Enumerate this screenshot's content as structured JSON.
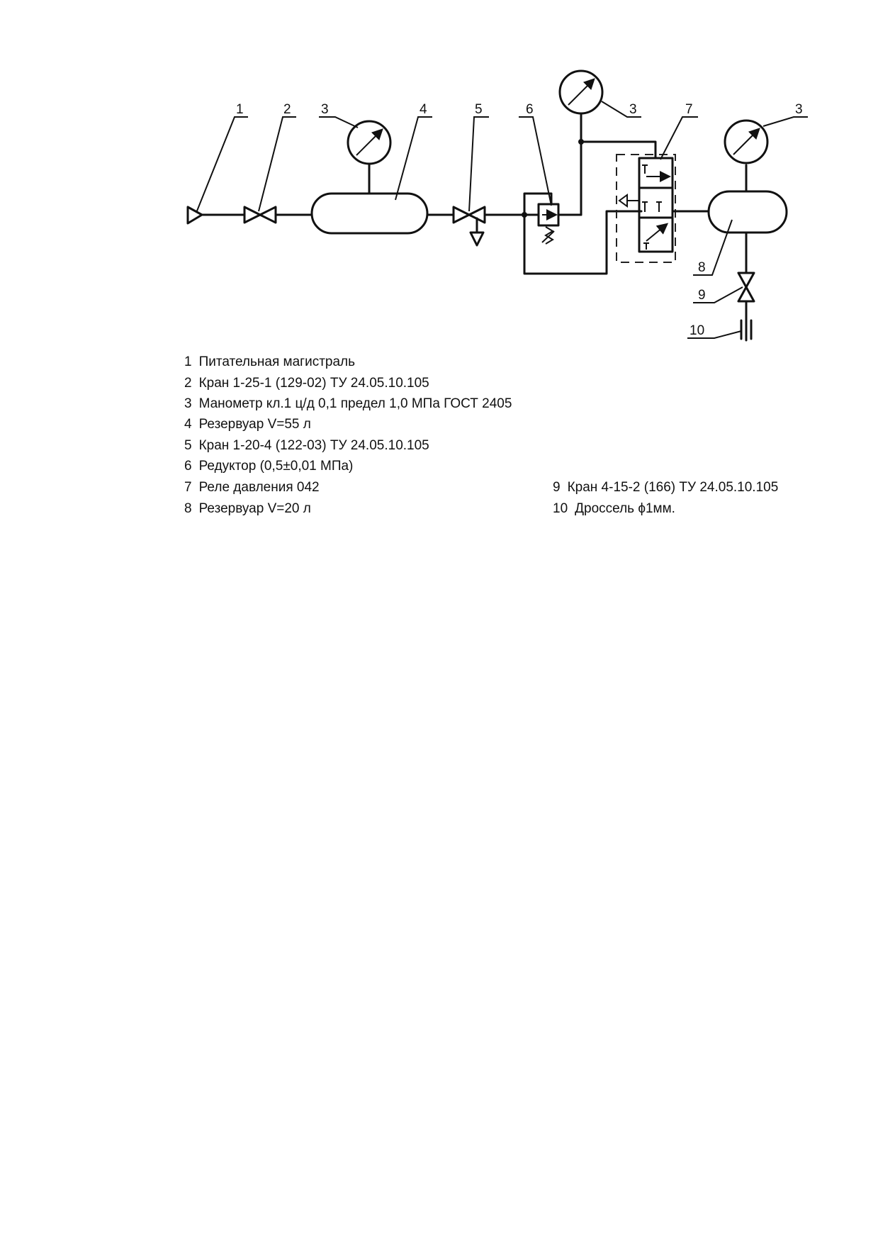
{
  "callouts": {
    "c1": "1",
    "c2": "2",
    "c3a": "3",
    "c4": "4",
    "c5": "5",
    "c6": "6",
    "c3b": "3",
    "c7": "7",
    "c3c": "3",
    "c8": "8",
    "c9": "9",
    "c10": "10"
  },
  "legend": [
    {
      "num": "1",
      "text": "Питательная магистраль"
    },
    {
      "num": "2",
      "text": "Кран 1-25-1 (129-02) ТУ 24.05.10.105"
    },
    {
      "num": "3",
      "text": "Манометр кл.1 ц/д 0,1 предел 1,0 МПа  ГОСТ 2405"
    },
    {
      "num": "4",
      "text": "Резервуар V=55 л"
    },
    {
      "num": "5",
      "text": "Кран 1-20-4 (122-03) ТУ 24.05.10.105"
    },
    {
      "num": "6",
      "text": "Редуктор (0,5±0,01 МПа)"
    },
    {
      "num": "7",
      "text": "Реле давления 042"
    },
    {
      "num": "8",
      "text": "Резервуар V=20 л"
    },
    {
      "num": "9",
      "text": "Кран 4-15-2 (166) ТУ 24.05.10.105"
    },
    {
      "num": "10",
      "text": "Дроссель ϕ1мм."
    }
  ]
}
